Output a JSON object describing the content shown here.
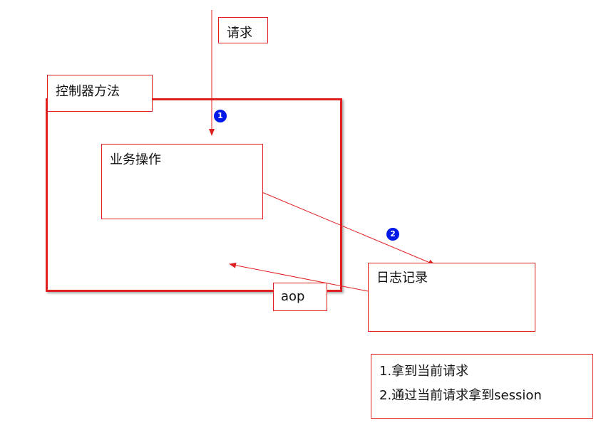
{
  "labels": {
    "request": "请求",
    "controller_method": "控制器方法",
    "business_operation": "业务操作",
    "logging": "日志记录",
    "aop": "aop"
  },
  "badges": [
    "1",
    "2"
  ],
  "notes": [
    "1.拿到当前请求",
    "2.通过当前请求拿到session"
  ],
  "colors": {
    "border": "#e02020",
    "badge": "#0018e8"
  }
}
